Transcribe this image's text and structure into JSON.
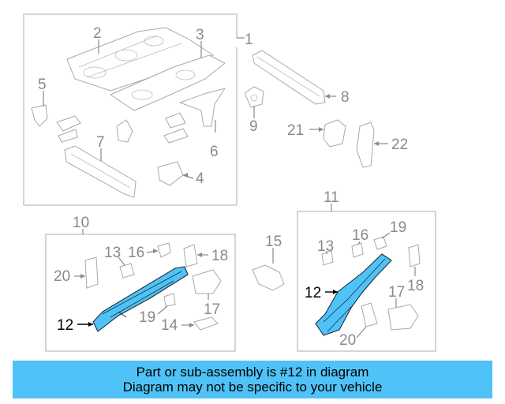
{
  "callouts": {
    "c1": "1",
    "c2": "2",
    "c3": "3",
    "c4": "4",
    "c5": "5",
    "c6": "6",
    "c7": "7",
    "c8": "8",
    "c9": "9",
    "c10": "10",
    "c11": "11",
    "c12a": "12",
    "c12b": "12",
    "c13a": "13",
    "c13b": "13",
    "c14": "14",
    "c15": "15",
    "c16a": "16",
    "c16b": "16",
    "c17a": "17",
    "c17b": "17",
    "c18a": "18",
    "c18b": "18",
    "c19a": "19",
    "c19b": "19",
    "c20a": "20",
    "c20b": "20",
    "c21": "21",
    "c22": "22"
  },
  "highlight_color": "#4fc3f7",
  "banner": {
    "line1": "Part or sub-assembly is #12 in diagram",
    "line2": "Diagram may not be specific to your vehicle"
  }
}
